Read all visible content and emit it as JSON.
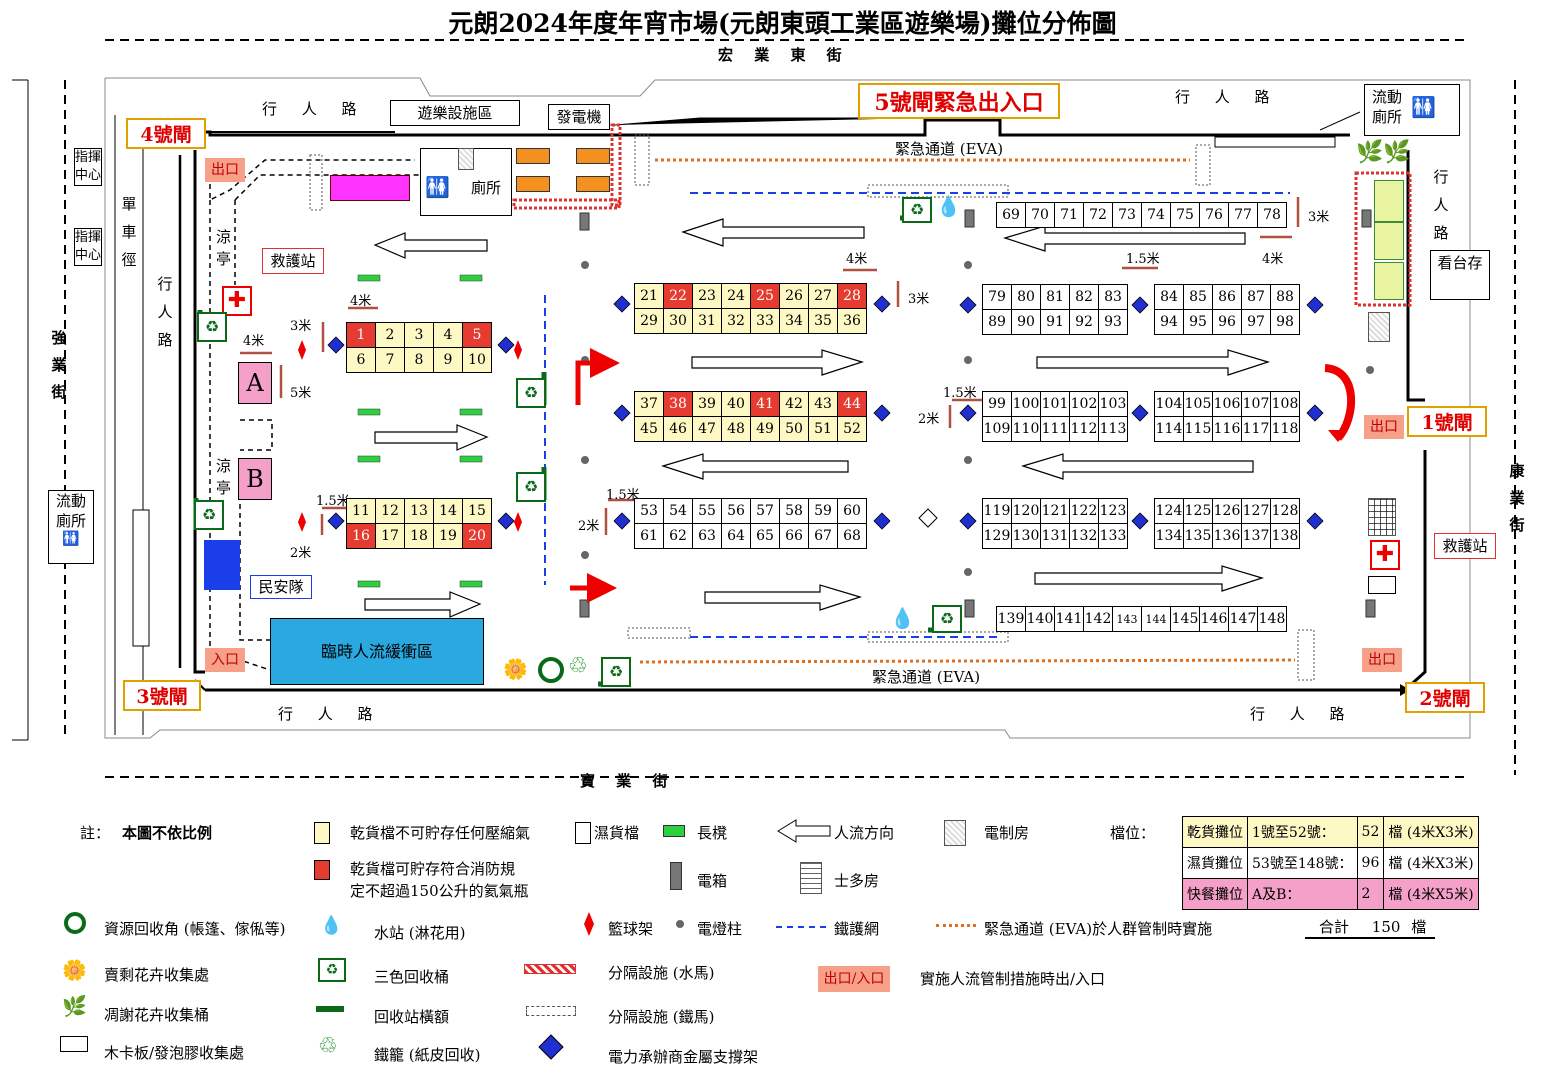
{
  "title": "元朗2024年度年宵市場(元朗東頭工業區遊樂場)攤位分佈圖",
  "streets": {
    "north": "宏 業 東 街",
    "south": "寶 業 街",
    "west": "強業街",
    "east": "康業街"
  },
  "pedestrian": {
    "label_h": "行 人 路",
    "label_v": "行人路"
  },
  "bike_path": "單車徑",
  "command_center": [
    "指揮中心",
    "指揮中心"
  ],
  "gates": {
    "g1": "1號閘",
    "g2": "2號閘",
    "g3": "3號閘",
    "g4": "4號閘",
    "g5": "5號閘緊急出入口"
  },
  "facilities": {
    "amusement": "遊樂設施區",
    "generator": "發電機",
    "toilet": "廁所",
    "mobile_toilet": "流動廁所",
    "first_aid": "救護站",
    "pavilion": "涼亭",
    "civil_aid": "民安隊",
    "buffer": "臨時人流緩衝區",
    "stand_storage": "看台存",
    "eva": "緊急通道 (EVA)",
    "exit": "出口",
    "entrance": "入口",
    "booth_a": "A",
    "booth_b": "B"
  },
  "measures": {
    "m4": "4米",
    "m3": "3米",
    "m5": "5米",
    "m2": "2米",
    "m15": "1.5米"
  },
  "booth_rows": {
    "r1": [
      "1",
      "2",
      "3",
      "4",
      "5"
    ],
    "r2": [
      "6",
      "7",
      "8",
      "9",
      "10"
    ],
    "r3": [
      "11",
      "12",
      "13",
      "14",
      "15"
    ],
    "r4": [
      "16",
      "17",
      "18",
      "19",
      "20"
    ],
    "r5": [
      "21",
      "22",
      "23",
      "24",
      "25",
      "26",
      "27",
      "28"
    ],
    "r6": [
      "29",
      "30",
      "31",
      "32",
      "33",
      "34",
      "35",
      "36"
    ],
    "r7": [
      "37",
      "38",
      "39",
      "40",
      "41",
      "42",
      "43",
      "44"
    ],
    "r8": [
      "45",
      "46",
      "47",
      "48",
      "49",
      "50",
      "51",
      "52"
    ],
    "r9": [
      "53",
      "54",
      "55",
      "56",
      "57",
      "58",
      "59",
      "60"
    ],
    "r10": [
      "61",
      "62",
      "63",
      "64",
      "65",
      "66",
      "67",
      "68"
    ],
    "r11": [
      "69",
      "70",
      "71",
      "72",
      "73",
      "74",
      "75",
      "76",
      "77",
      "78"
    ],
    "r12": [
      "79",
      "80",
      "81",
      "82",
      "83"
    ],
    "r13": [
      "84",
      "85",
      "86",
      "87",
      "88"
    ],
    "r14": [
      "89",
      "90",
      "91",
      "92",
      "93"
    ],
    "r15": [
      "94",
      "95",
      "96",
      "97",
      "98"
    ],
    "r16": [
      "99",
      "100",
      "101",
      "102",
      "103"
    ],
    "r17": [
      "104",
      "105",
      "106",
      "107",
      "108"
    ],
    "r18": [
      "109",
      "110",
      "111",
      "112",
      "113"
    ],
    "r19": [
      "114",
      "115",
      "116",
      "117",
      "118"
    ],
    "r20": [
      "119",
      "120",
      "121",
      "122",
      "123"
    ],
    "r21": [
      "124",
      "125",
      "126",
      "127",
      "128"
    ],
    "r22": [
      "129",
      "130",
      "131",
      "132",
      "133"
    ],
    "r23": [
      "134",
      "135",
      "136",
      "137",
      "138"
    ],
    "r24": [
      "139",
      "140",
      "141",
      "142",
      "143",
      "144",
      "145",
      "146",
      "147",
      "148"
    ]
  },
  "red_booths": [
    "1",
    "5",
    "16",
    "20",
    "22",
    "25",
    "28",
    "38",
    "41",
    "44"
  ],
  "legend": {
    "note_prefix": "註：",
    "note": "本圖不依比例",
    "dry_no_gas": "乾貨檔不可貯存任何壓縮氣",
    "wet": "濕貨檔",
    "bench": "長櫈",
    "flow": "人流方向",
    "elec_room": "電制房",
    "stall_label": "檔位：",
    "dry_gas": "乾貨檔可貯存符合消防規",
    "dry_gas_2": "定不超過150公升的氦氣瓶",
    "elec_box": "電箱",
    "store": "士多房",
    "recycle_corner": "資源回收角 (帳篷、傢俬等)",
    "water": "水站 (淋花用)",
    "basketball": "籃球架",
    "lamp": "電燈柱",
    "fence": "鐵護網",
    "eva_note": "緊急通道 (EVA)於人群管制時實施",
    "flower_collect": "賣剩花卉收集處",
    "three_bins": "三色回收桶",
    "barrier_water": "分隔設施 (水馬)",
    "exit_entry": "出口/入口",
    "exit_entry_note": "實施人流管制措施時出/入口",
    "withered": "凋謝花卉收集桶",
    "banner": "回收站橫額",
    "barrier_iron": "分隔設施 (鐵馬)",
    "board": "木卡板/發泡膠收集處",
    "cage": "鐵籠 (紙皮回收)",
    "support": "電力承辦商金屬支撐架"
  },
  "stall_table": [
    [
      "乾貨攤位",
      "1號至52號：",
      "52",
      "檔 (4米X3米)"
    ],
    [
      "濕貨攤位",
      "53號至148號：",
      "96",
      "檔 (4米X3米)"
    ],
    [
      "快餐攤位",
      "A及B：",
      "2",
      "檔 (4米X5米)"
    ]
  ],
  "total": {
    "label": "合計",
    "value": "150",
    "unit": "檔"
  },
  "colors": {
    "dry": "#fdf8c4",
    "red_booth": "#e63b30",
    "gate_border": "#e0a000",
    "exit_bg": "#f6a08a",
    "buffer": "#2aa8e0",
    "civil": "#1a3ee8",
    "amusement": "#ff33ff",
    "generator": "#f39020",
    "fence": "#1a3ee8",
    "eva": "#e07020",
    "support": "#2030d0",
    "fast_food": "#f4a0c8"
  }
}
